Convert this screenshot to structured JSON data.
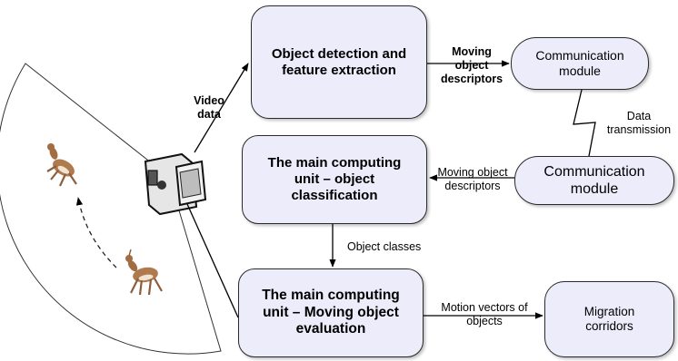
{
  "boxes": {
    "detection": "Object detection and feature extraction",
    "comm_top": "Communication module",
    "comm_mid": "Communication module",
    "classification": "The main computing unit – object classification",
    "evaluation": "The main computing unit – Moving object evaluation",
    "migration": "Migration corridors"
  },
  "edge_labels": {
    "video_data": "Video data",
    "moving_descriptors_top": "Moving object descriptors",
    "data_transmission": "Data transmission",
    "moving_descriptors_mid": "Moving object descriptors",
    "object_classes": "Object classes",
    "motion_vectors": "Motion vectors of objects"
  },
  "icons": [
    "video-camera-icon",
    "deer-icon",
    "deer-icon"
  ],
  "colors": {
    "box_fill": "#ececfb",
    "box_border": "#2a2a2a",
    "deer": "#b07a4f"
  }
}
